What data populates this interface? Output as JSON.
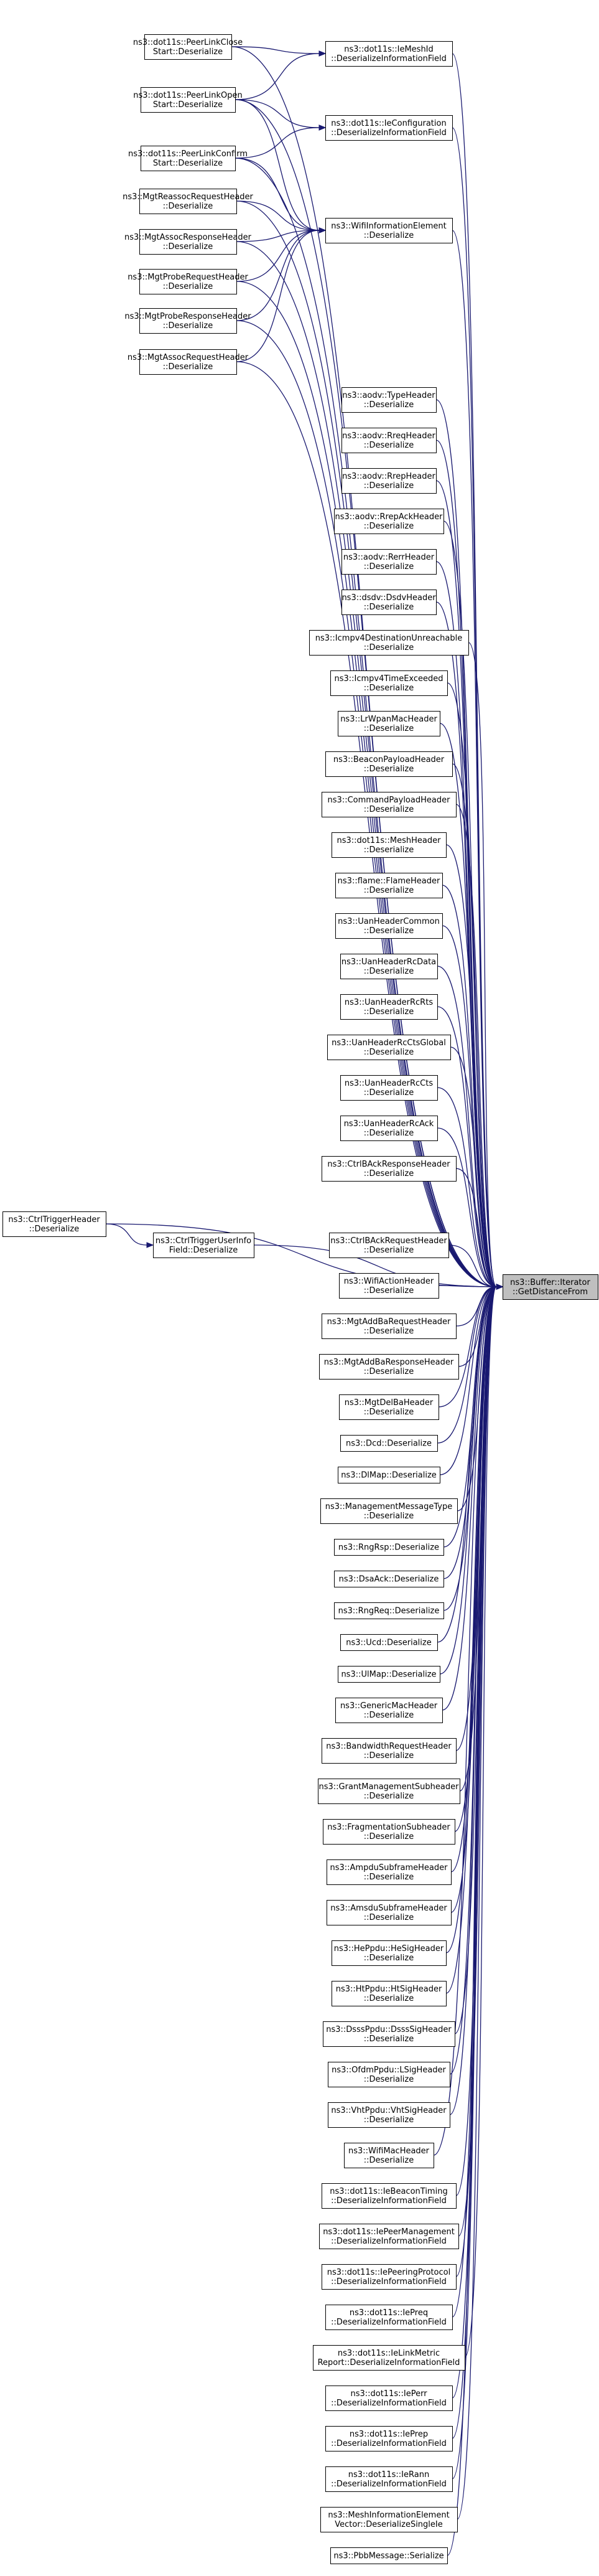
{
  "target": {
    "id": "target",
    "lines": [
      "ns3::Buffer::Iterator",
      "::GetDistanceFrom"
    ]
  },
  "nodes": [
    {
      "id": "n_plclose",
      "lines": [
        "ns3::dot11s::PeerLinkClose",
        "Start::Deserialize"
      ]
    },
    {
      "id": "n_plopen",
      "lines": [
        "ns3::dot11s::PeerLinkOpen",
        "Start::Deserialize"
      ]
    },
    {
      "id": "n_plconfirm",
      "lines": [
        "ns3::dot11s::PeerLinkConfirm",
        "Start::Deserialize"
      ]
    },
    {
      "id": "n_reassocreq",
      "lines": [
        "ns3::MgtReassocRequestHeader",
        "::Deserialize"
      ]
    },
    {
      "id": "n_assocresp",
      "lines": [
        "ns3::MgtAssocResponseHeader",
        "::Deserialize"
      ]
    },
    {
      "id": "n_probereq",
      "lines": [
        "ns3::MgtProbeRequestHeader",
        "::Deserialize"
      ]
    },
    {
      "id": "n_proberesp",
      "lines": [
        "ns3::MgtProbeResponseHeader",
        "::Deserialize"
      ]
    },
    {
      "id": "n_assocreq",
      "lines": [
        "ns3::MgtAssocRequestHeader",
        "::Deserialize"
      ]
    },
    {
      "id": "n_iemeshid",
      "lines": [
        "ns3::dot11s::IeMeshId",
        "::DeserializeInformationField"
      ]
    },
    {
      "id": "n_ieconfig",
      "lines": [
        "ns3::dot11s::IeConfiguration",
        "::DeserializeInformationField"
      ]
    },
    {
      "id": "n_wifiinfo",
      "lines": [
        "ns3::WifiInformationElement",
        "::Deserialize"
      ]
    },
    {
      "id": "n_aodvtype",
      "lines": [
        "ns3::aodv::TypeHeader",
        "::Deserialize"
      ]
    },
    {
      "id": "n_aodvrreq",
      "lines": [
        "ns3::aodv::RreqHeader",
        "::Deserialize"
      ]
    },
    {
      "id": "n_aodvrrep",
      "lines": [
        "ns3::aodv::RrepHeader",
        "::Deserialize"
      ]
    },
    {
      "id": "n_aodvrrepack",
      "lines": [
        "ns3::aodv::RrepAckHeader",
        "::Deserialize"
      ]
    },
    {
      "id": "n_aodvrerr",
      "lines": [
        "ns3::aodv::RerrHeader",
        "::Deserialize"
      ]
    },
    {
      "id": "n_dsdv",
      "lines": [
        "ns3::dsdv::DsdvHeader",
        "::Deserialize"
      ]
    },
    {
      "id": "n_icmpunreach",
      "lines": [
        "ns3::Icmpv4DestinationUnreachable",
        "::Deserialize"
      ]
    },
    {
      "id": "n_icmptime",
      "lines": [
        "ns3::Icmpv4TimeExceeded",
        "::Deserialize"
      ]
    },
    {
      "id": "n_lrwpan",
      "lines": [
        "ns3::LrWpanMacHeader",
        "::Deserialize"
      ]
    },
    {
      "id": "n_beacon",
      "lines": [
        "ns3::BeaconPayloadHeader",
        "::Deserialize"
      ]
    },
    {
      "id": "n_command",
      "lines": [
        "ns3::CommandPayloadHeader",
        "::Deserialize"
      ]
    },
    {
      "id": "n_meshheader",
      "lines": [
        "ns3::dot11s::MeshHeader",
        "::Deserialize"
      ]
    },
    {
      "id": "n_flame",
      "lines": [
        "ns3::flame::FlameHeader",
        "::Deserialize"
      ]
    },
    {
      "id": "n_uancommon",
      "lines": [
        "ns3::UanHeaderCommon",
        "::Deserialize"
      ]
    },
    {
      "id": "n_uanrcdata",
      "lines": [
        "ns3::UanHeaderRcData",
        "::Deserialize"
      ]
    },
    {
      "id": "n_uanrcrts",
      "lines": [
        "ns3::UanHeaderRcRts",
        "::Deserialize"
      ]
    },
    {
      "id": "n_uanctsglobal",
      "lines": [
        "ns3::UanHeaderRcCtsGlobal",
        "::Deserialize"
      ]
    },
    {
      "id": "n_uanrccts",
      "lines": [
        "ns3::UanHeaderRcCts",
        "::Deserialize"
      ]
    },
    {
      "id": "n_uanrcack",
      "lines": [
        "ns3::UanHeaderRcAck",
        "::Deserialize"
      ]
    },
    {
      "id": "n_ctrlbaresp",
      "lines": [
        "ns3::CtrlBAckResponseHeader",
        "::Deserialize"
      ]
    },
    {
      "id": "n_ctrltrigger",
      "lines": [
        "ns3::CtrlTriggerHeader",
        "::Deserialize"
      ]
    },
    {
      "id": "n_ctrltriggeruser",
      "lines": [
        "ns3::CtrlTriggerUserInfo",
        "Field::Deserialize"
      ]
    },
    {
      "id": "n_ctrlbareq",
      "lines": [
        "ns3::CtrlBAckRequestHeader",
        "::Deserialize"
      ]
    },
    {
      "id": "n_wifiaction",
      "lines": [
        "ns3::WifiActionHeader",
        "::Deserialize"
      ]
    },
    {
      "id": "n_addbareq",
      "lines": [
        "ns3::MgtAddBaRequestHeader",
        "::Deserialize"
      ]
    },
    {
      "id": "n_addbaresp",
      "lines": [
        "ns3::MgtAddBaResponseHeader",
        "::Deserialize"
      ]
    },
    {
      "id": "n_delba",
      "lines": [
        "ns3::MgtDelBaHeader",
        "::Deserialize"
      ]
    },
    {
      "id": "n_dcd",
      "lines": [
        "ns3::Dcd::Deserialize"
      ]
    },
    {
      "id": "n_dlmap",
      "lines": [
        "ns3::DlMap::Deserialize"
      ]
    },
    {
      "id": "n_mgmtmsgtype",
      "lines": [
        "ns3::ManagementMessageType",
        "::Deserialize"
      ]
    },
    {
      "id": "n_rngrsp",
      "lines": [
        "ns3::RngRsp::Deserialize"
      ]
    },
    {
      "id": "n_dsaack",
      "lines": [
        "ns3::DsaAck::Deserialize"
      ]
    },
    {
      "id": "n_rngreq",
      "lines": [
        "ns3::RngReq::Deserialize"
      ]
    },
    {
      "id": "n_ucd",
      "lines": [
        "ns3::Ucd::Deserialize"
      ]
    },
    {
      "id": "n_ulmap",
      "lines": [
        "ns3::UlMap::Deserialize"
      ]
    },
    {
      "id": "n_genericmac",
      "lines": [
        "ns3::GenericMacHeader",
        "::Deserialize"
      ]
    },
    {
      "id": "n_bandwidthreq",
      "lines": [
        "ns3::BandwidthRequestHeader",
        "::Deserialize"
      ]
    },
    {
      "id": "n_grantmgmt",
      "lines": [
        "ns3::GrantManagementSubheader",
        "::Deserialize"
      ]
    },
    {
      "id": "n_fragment",
      "lines": [
        "ns3::FragmentationSubheader",
        "::Deserialize"
      ]
    },
    {
      "id": "n_ampdu",
      "lines": [
        "ns3::AmpduSubframeHeader",
        "::Deserialize"
      ]
    },
    {
      "id": "n_amsdu",
      "lines": [
        "ns3::AmsduSubframeHeader",
        "::Deserialize"
      ]
    },
    {
      "id": "n_heppdu",
      "lines": [
        "ns3::HePpdu::HeSigHeader",
        "::Deserialize"
      ]
    },
    {
      "id": "n_htppdu",
      "lines": [
        "ns3::HtPpdu::HtSigHeader",
        "::Deserialize"
      ]
    },
    {
      "id": "n_dsssppdu",
      "lines": [
        "ns3::DsssPpdu::DsssSigHeader",
        "::Deserialize"
      ]
    },
    {
      "id": "n_ofdmppdu",
      "lines": [
        "ns3::OfdmPpdu::LSigHeader",
        "::Deserialize"
      ]
    },
    {
      "id": "n_vhtppdu",
      "lines": [
        "ns3::VhtPpdu::VhtSigHeader",
        "::Deserialize"
      ]
    },
    {
      "id": "n_wifimac",
      "lines": [
        "ns3::WifiMacHeader",
        "::Deserialize"
      ]
    },
    {
      "id": "n_iebeacontiming",
      "lines": [
        "ns3::dot11s::IeBeaconTiming",
        "::DeserializeInformationField"
      ]
    },
    {
      "id": "n_iepeermgmt",
      "lines": [
        "ns3::dot11s::IePeerManagement",
        "::DeserializeInformationField"
      ]
    },
    {
      "id": "n_iepeering",
      "lines": [
        "ns3::dot11s::IePeeringProtocol",
        "::DeserializeInformationField"
      ]
    },
    {
      "id": "n_iepreq",
      "lines": [
        "ns3::dot11s::IePreq",
        "::DeserializeInformationField"
      ]
    },
    {
      "id": "n_ielinkmetric",
      "lines": [
        "ns3::dot11s::IeLinkMetric",
        "Report::DeserializeInformationField"
      ]
    },
    {
      "id": "n_ieperr",
      "lines": [
        "ns3::dot11s::IePerr",
        "::DeserializeInformationField"
      ]
    },
    {
      "id": "n_ieprep",
      "lines": [
        "ns3::dot11s::IePrep",
        "::DeserializeInformationField"
      ]
    },
    {
      "id": "n_ierann",
      "lines": [
        "ns3::dot11s::IeRann",
        "::DeserializeInformationField"
      ]
    },
    {
      "id": "n_meshinfovec",
      "lines": [
        "ns3::MeshInformationElement",
        "Vector::DeserializeSingleIe"
      ]
    },
    {
      "id": "n_pbbmessage",
      "lines": [
        "ns3::PbbMessage::Serialize"
      ]
    }
  ],
  "edges": [
    [
      "n_plclose",
      "n_iemeshid"
    ],
    [
      "n_plopen",
      "n_iemeshid"
    ],
    [
      "n_plopen",
      "n_ieconfig"
    ],
    [
      "n_plopen",
      "n_wifiinfo"
    ],
    [
      "n_plconfirm",
      "n_ieconfig"
    ],
    [
      "n_plconfirm",
      "n_wifiinfo"
    ],
    [
      "n_reassocreq",
      "n_wifiinfo"
    ],
    [
      "n_assocresp",
      "n_wifiinfo"
    ],
    [
      "n_probereq",
      "n_wifiinfo"
    ],
    [
      "n_proberesp",
      "n_wifiinfo"
    ],
    [
      "n_assocreq",
      "n_wifiinfo"
    ],
    [
      "n_ctrltrigger",
      "n_ctrltriggeruser"
    ],
    [
      "n_plclose",
      "target"
    ],
    [
      "n_iemeshid",
      "target"
    ],
    [
      "n_plopen",
      "target"
    ],
    [
      "n_ieconfig",
      "target"
    ],
    [
      "n_plconfirm",
      "target"
    ],
    [
      "n_wifiinfo",
      "target"
    ],
    [
      "n_reassocreq",
      "target"
    ],
    [
      "n_assocresp",
      "target"
    ],
    [
      "n_probereq",
      "target"
    ],
    [
      "n_proberesp",
      "target"
    ],
    [
      "n_assocreq",
      "target"
    ],
    [
      "n_aodvtype",
      "target"
    ],
    [
      "n_aodvrreq",
      "target"
    ],
    [
      "n_aodvrrep",
      "target"
    ],
    [
      "n_aodvrrepack",
      "target"
    ],
    [
      "n_aodvrerr",
      "target"
    ],
    [
      "n_dsdv",
      "target"
    ],
    [
      "n_icmpunreach",
      "target"
    ],
    [
      "n_icmptime",
      "target"
    ],
    [
      "n_lrwpan",
      "target"
    ],
    [
      "n_beacon",
      "target"
    ],
    [
      "n_command",
      "target"
    ],
    [
      "n_meshheader",
      "target"
    ],
    [
      "n_flame",
      "target"
    ],
    [
      "n_uancommon",
      "target"
    ],
    [
      "n_uanrcdata",
      "target"
    ],
    [
      "n_uanrcrts",
      "target"
    ],
    [
      "n_uanctsglobal",
      "target"
    ],
    [
      "n_uanrccts",
      "target"
    ],
    [
      "n_uanrcack",
      "target"
    ],
    [
      "n_ctrlbaresp",
      "target"
    ],
    [
      "n_ctrltrigger",
      "target"
    ],
    [
      "n_ctrltriggeruser",
      "target"
    ],
    [
      "n_ctrlbareq",
      "target"
    ],
    [
      "n_wifiaction",
      "target"
    ],
    [
      "n_addbareq",
      "target"
    ],
    [
      "n_addbaresp",
      "target"
    ],
    [
      "n_delba",
      "target"
    ],
    [
      "n_dcd",
      "target"
    ],
    [
      "n_dlmap",
      "target"
    ],
    [
      "n_mgmtmsgtype",
      "target"
    ],
    [
      "n_rngrsp",
      "target"
    ],
    [
      "n_dsaack",
      "target"
    ],
    [
      "n_rngreq",
      "target"
    ],
    [
      "n_ucd",
      "target"
    ],
    [
      "n_ulmap",
      "target"
    ],
    [
      "n_genericmac",
      "target"
    ],
    [
      "n_bandwidthreq",
      "target"
    ],
    [
      "n_grantmgmt",
      "target"
    ],
    [
      "n_fragment",
      "target"
    ],
    [
      "n_ampdu",
      "target"
    ],
    [
      "n_amsdu",
      "target"
    ],
    [
      "n_heppdu",
      "target"
    ],
    [
      "n_htppdu",
      "target"
    ],
    [
      "n_dsssppdu",
      "target"
    ],
    [
      "n_ofdmppdu",
      "target"
    ],
    [
      "n_vhtppdu",
      "target"
    ],
    [
      "n_wifimac",
      "target"
    ],
    [
      "n_iebeacontiming",
      "target"
    ],
    [
      "n_iepeermgmt",
      "target"
    ],
    [
      "n_iepeering",
      "target"
    ],
    [
      "n_iepreq",
      "target"
    ],
    [
      "n_ielinkmetric",
      "target"
    ],
    [
      "n_ieperr",
      "target"
    ],
    [
      "n_ieprep",
      "target"
    ],
    [
      "n_ierann",
      "target"
    ],
    [
      "n_meshinfovec",
      "target"
    ],
    [
      "n_pbbmessage",
      "target"
    ]
  ],
  "colors": {
    "edge": "#191970",
    "target_fill": "#bfbfbf",
    "node_fill": "#ffffff",
    "node_border": "#000000"
  }
}
